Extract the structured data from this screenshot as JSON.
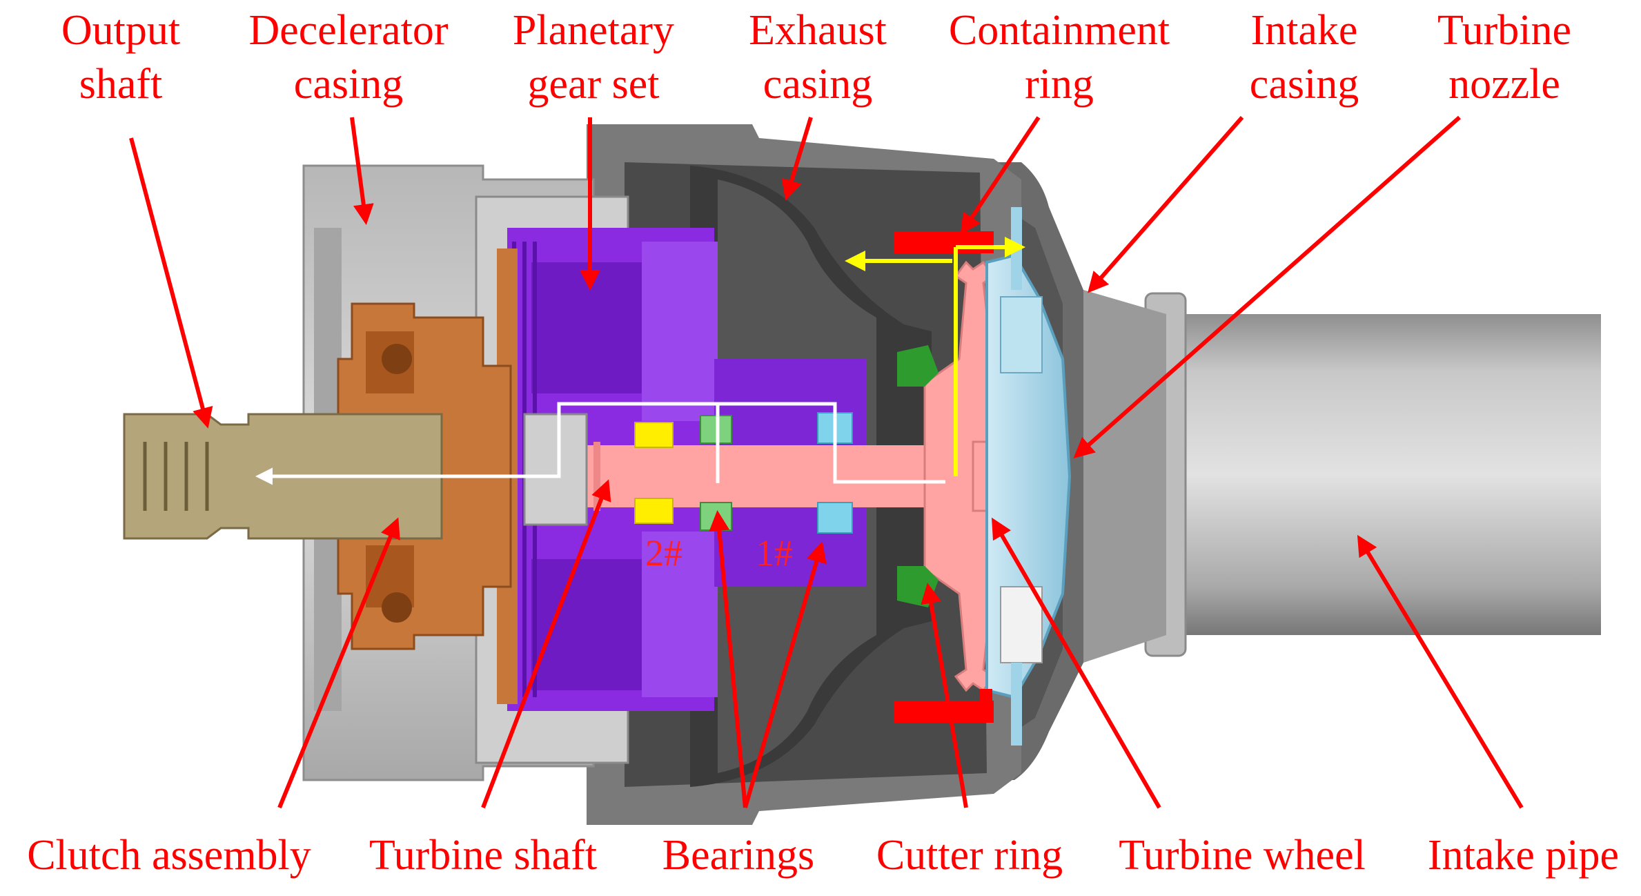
{
  "labels": {
    "output_shaft": [
      "Output",
      "shaft"
    ],
    "decelerator_casing": [
      "Decelerator",
      "casing"
    ],
    "planetary_gear_set": [
      "Planetary",
      "gear set"
    ],
    "exhaust_casing": [
      "Exhaust",
      "casing"
    ],
    "containment_ring": [
      "Containment",
      "ring"
    ],
    "intake_casing": [
      "Intake",
      "casing"
    ],
    "turbine_nozzle": [
      "Turbine",
      "nozzle"
    ],
    "clutch_assembly": "Clutch assembly",
    "turbine_shaft": "Turbine shaft",
    "bearings": "Bearings",
    "cutter_ring": "Cutter ring",
    "turbine_wheel": "Turbine wheel",
    "intake_pipe": "Intake pipe"
  },
  "bearing_marks": {
    "bearing_2": "2#",
    "bearing_1": "1#"
  },
  "colors": {
    "label_text": "#ff0000",
    "leader_arrow": "#ff0000",
    "power_flow": "#ffffff",
    "containment_flow": "#ffff00",
    "containment_ring": "#ff0000",
    "clutch": "#c8773a",
    "output_shaft": "#b5a57a",
    "planetary_gears": "#8a2be2",
    "turbine_wheel": "#ffa3a3",
    "turbine_nozzle": "#9fd3e8",
    "bearing_2": "#ffee00",
    "bearing_1": "#7fd3ea",
    "cutter_ring": "#2e9b2e",
    "casing_light": "#c9c9c9",
    "casing_dark": "#4a4a4a"
  }
}
